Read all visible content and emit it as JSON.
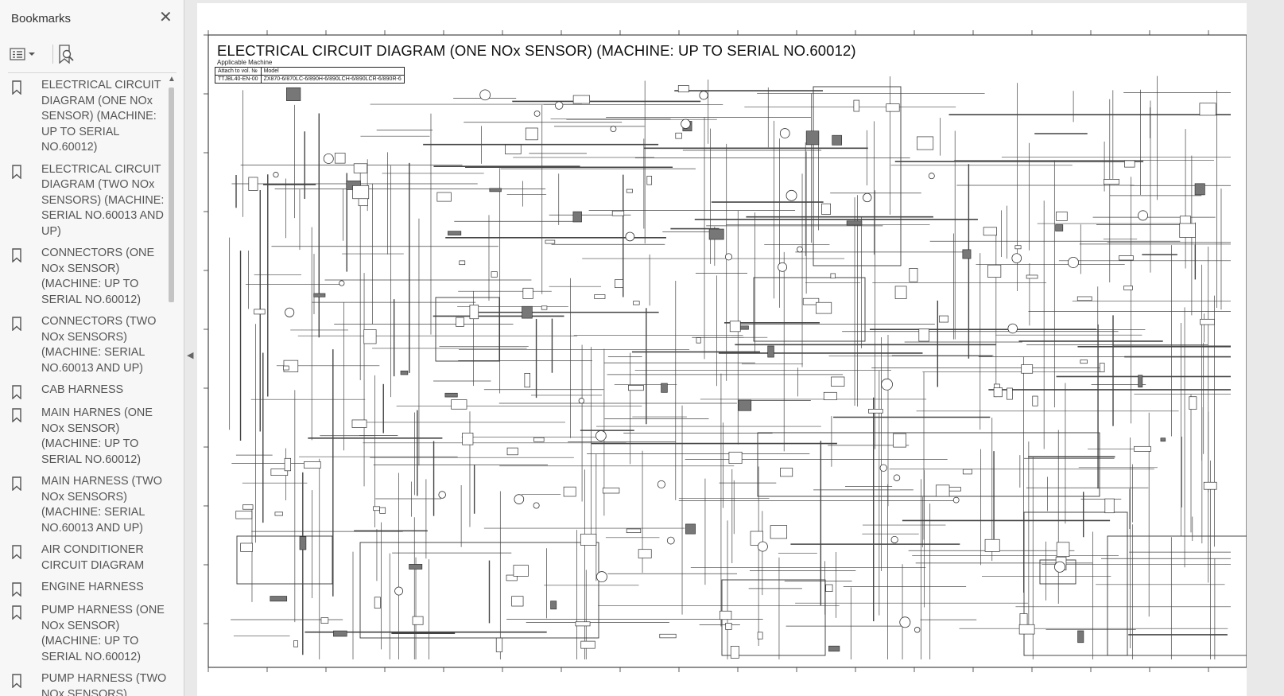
{
  "sidebar": {
    "title": "Bookmarks",
    "close_icon": "close-icon",
    "tools": {
      "options_icon": "list-options-icon",
      "find_icon": "find-bookmark-icon"
    },
    "bookmarks": [
      {
        "label": "ELECTRICAL CIRCUIT DIAGRAM (ONE NOx SENSOR) (MACHINE: UP TO SERIAL NO.60012)"
      },
      {
        "label": "ELECTRICAL CIRCUIT DIAGRAM (TWO NOx SENSORS) (MACHINE: SERIAL NO.60013 AND UP)"
      },
      {
        "label": "CONNECTORS (ONE NOx SENSOR) (MACHINE: UP TO SERIAL NO.60012)"
      },
      {
        "label": "CONNECTORS (TWO NOx SENSORS) (MACHINE: SERIAL NO.60013 AND UP)"
      },
      {
        "label": "CAB HARNESS"
      },
      {
        "label": "MAIN HARNES (ONE NOx SENSOR) (MACHINE: UP TO SERIAL NO.60012)"
      },
      {
        "label": "MAIN HARNESS (TWO NOx SENSORS) (MACHINE: SERIAL NO.60013 AND UP)"
      },
      {
        "label": "AIR CONDITIONER CIRCUIT DIAGRAM"
      },
      {
        "label": "ENGINE HARNESS"
      },
      {
        "label": "PUMP HARNESS (ONE NOx SENSOR) (MACHINE: UP TO SERIAL NO.60012)"
      },
      {
        "label": "PUMP HARNESS (TWO NOx SENSORS)"
      }
    ]
  },
  "document": {
    "title": "ELECTRICAL CIRCUIT DIAGRAM (ONE NOx SENSOR) (MACHINE: UP TO SERIAL NO.60012)",
    "applicable_label": "Applicable Machine",
    "table": {
      "col1_header": "Attach to vol. №",
      "col2_header": "Model",
      "col1_value": "TTJBL40-EN-00",
      "col2_value": "ZX870-6/870LC-6/890H-6/890LCH-6/890LCR-6/890R-6"
    }
  },
  "colors": {
    "sidebar_bg": "#f7f7f7",
    "viewer_bg": "#e9e9e9",
    "page_bg": "#ffffff",
    "text": "#555555"
  }
}
